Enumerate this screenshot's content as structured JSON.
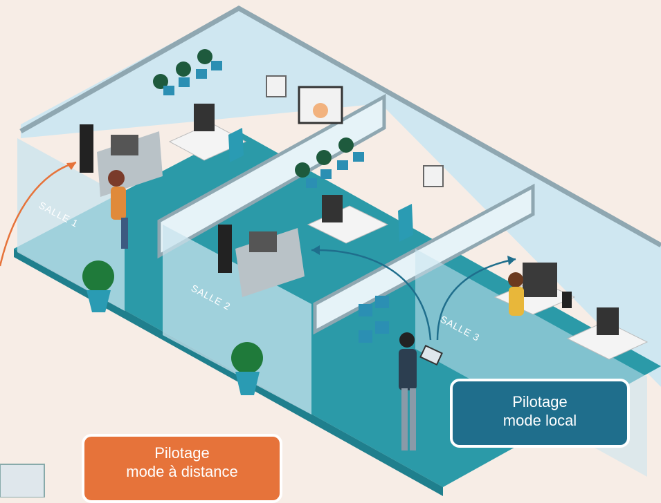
{
  "rooms": {
    "room1": "SALLE 1",
    "room2": "SALLE 2",
    "room3": "SALLE 3"
  },
  "callouts": {
    "local": {
      "line1": "Pilotage",
      "line2": "mode local"
    },
    "remote": {
      "line1": "Pilotage",
      "line2": "mode à distance"
    }
  },
  "colors": {
    "background": "#f7ede6",
    "floor": "#2b9aa8",
    "wall": "#d9eef5",
    "local_accent": "#1f6e8c",
    "remote_accent": "#e6733a"
  }
}
